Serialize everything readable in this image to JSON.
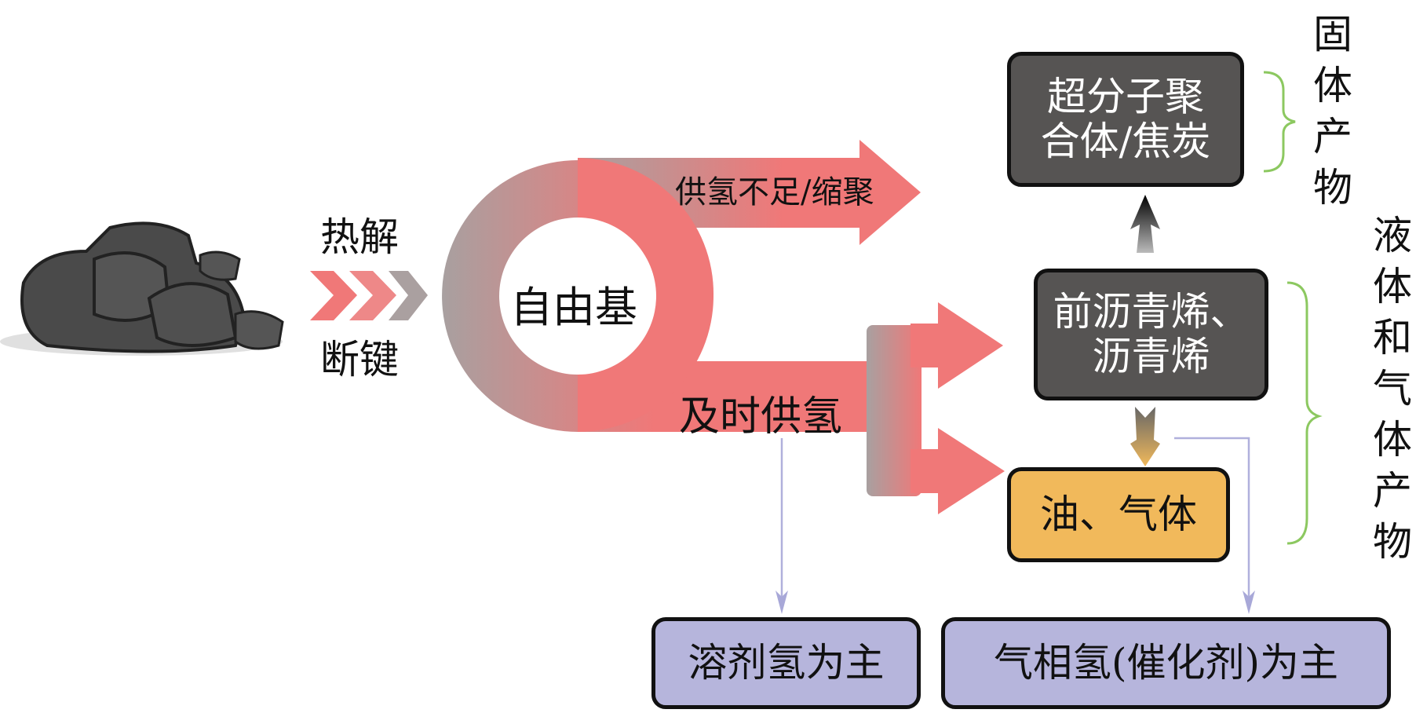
{
  "left": {
    "pyrolysis": "热解",
    "bond_break": "断键"
  },
  "center": {
    "radical": "自由基",
    "insufficient_h": "供氢不足/缩聚",
    "timely_h": "及时供氢"
  },
  "boxes": {
    "solid": "超分子聚合体/焦炭",
    "solid_line1": "超分子聚",
    "solid_line2": "合体/焦炭",
    "asphaltene_line1": "前沥青烯、",
    "asphaltene_line2": "沥青烯",
    "oil_gas": "油、气体",
    "solvent_h": "溶剂氢为主",
    "gas_h": "气相氢(催化剂)为主"
  },
  "labels": {
    "solid_products": "固体产物",
    "liquid_gas_products": "液体和气体产物"
  },
  "colors": {
    "dark_box": "#565453",
    "orange_box": "#f1b95b",
    "lavender_box": "#b6b5dc",
    "arrow_red": "#f07878",
    "arrow_gray": "#a8a0a0",
    "brace_green": "#8cc860",
    "line_lavender": "#b0b0dc"
  }
}
